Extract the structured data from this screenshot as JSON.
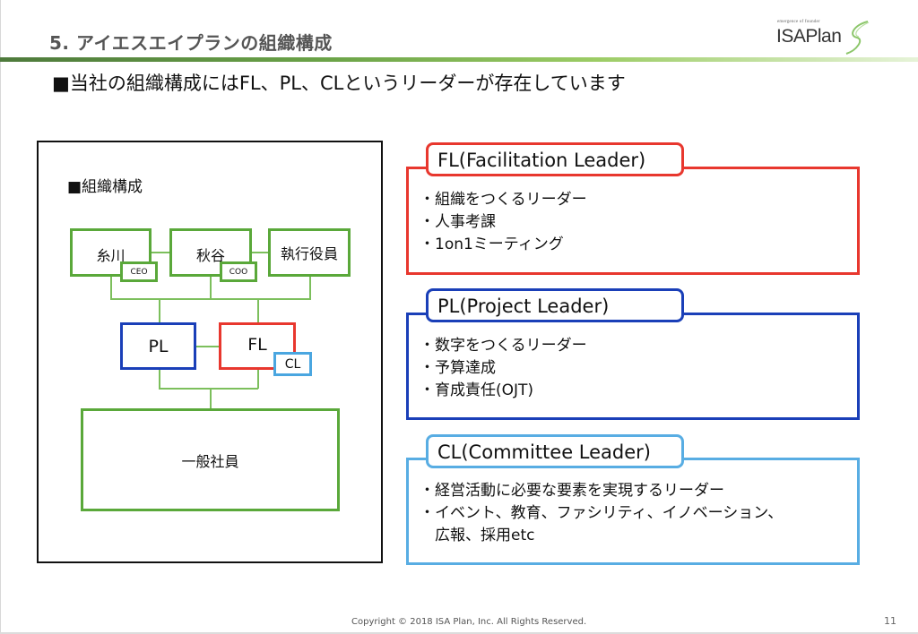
{
  "slide": {
    "title": "5. アイエスエイプランの組織構成",
    "subtitle": "■当社の組織構成にはFL、PL、CLというリーダーが存在しています",
    "logo": {
      "tagline": "emergence of founder",
      "name": "ISAPlan"
    }
  },
  "org_chart": {
    "heading": "■組織構成",
    "nodes": {
      "itokawa": "糸川",
      "ceo": "CEO",
      "akitani": "秋谷",
      "coo": "COO",
      "executives": "執行役員",
      "pl": "PL",
      "fl": "FL",
      "cl": "CL",
      "general_staff": "一般社員"
    }
  },
  "leaders": [
    {
      "title": "FL(Facilitation Leader)",
      "color": "#e8372e",
      "items": [
        "・組織をつくるリーダー",
        "・人事考課",
        "・1on1ミーティング"
      ]
    },
    {
      "title": "PL(Project Leader)",
      "color": "#1a3fb8",
      "items": [
        "・数字をつくるリーダー",
        "・予算達成",
        "・育成責任(OJT)"
      ]
    },
    {
      "title": "CL(Committee Leader)",
      "color": "#58ade3",
      "items": [
        "・経営活動に必要な要素を実現するリーダー",
        "・イベント、教育、ファシリティ、イノベーション、",
        "広報、採用etc"
      ]
    }
  ],
  "colors": {
    "green": "#5aa83a",
    "connector": "#7cbf5c",
    "title_gray": "#555555"
  },
  "footer": {
    "copyright": "Copyright © 2018 ISA Plan, Inc. All Rights Reserved.",
    "page_number": "11"
  }
}
